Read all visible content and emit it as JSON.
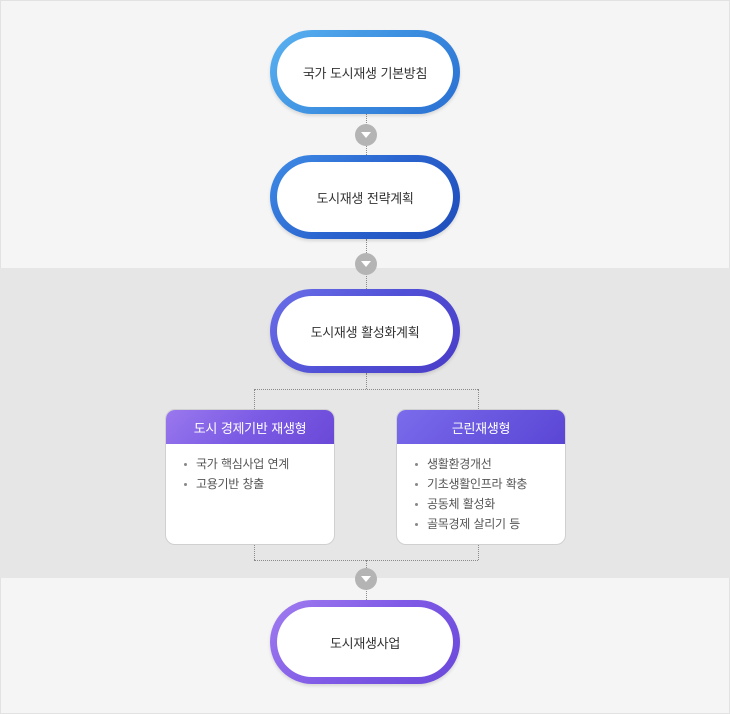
{
  "nodes": {
    "national_policy": "국가 도시재생 기본방침",
    "strategy_plan": "도시재생 전략계획",
    "activation_plan": "도시재생 활성화계획",
    "project": "도시재생사업"
  },
  "types": [
    {
      "title": "도시 경제기반 재생형",
      "items": [
        "국가 핵심사업 연계",
        "고용기반 창출"
      ]
    },
    {
      "title": "근린재생형",
      "items": [
        "생활환경개선",
        "기초생활인프라 확충",
        "공동체 활성화",
        "골목경제 살리기 등"
      ]
    }
  ],
  "icons": {
    "connector": "chevron-down-icon"
  },
  "colors": {
    "band": "#e6e6e6",
    "blue": "#3c8fe0",
    "indigo": "#5050d6",
    "violet": "#7f5ae6",
    "connector": "#b4b4b4"
  }
}
